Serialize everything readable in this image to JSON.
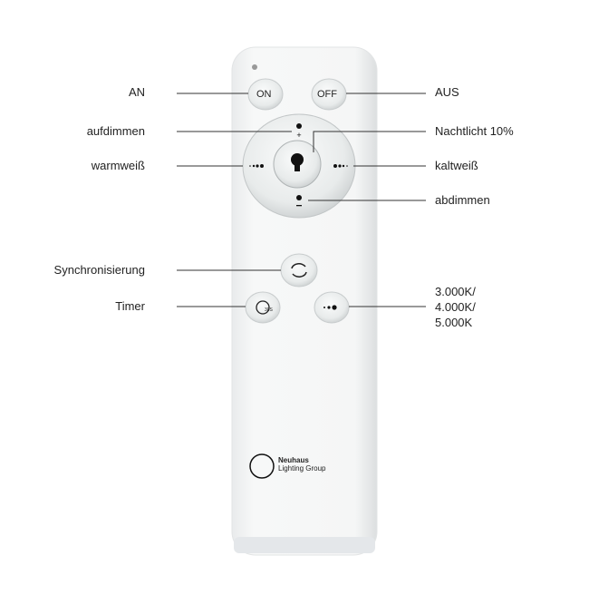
{
  "labels": {
    "on": "AN",
    "off": "AUS",
    "dim_up": "aufdimmen",
    "night_light": "Nachtlicht 10%",
    "warm_white": "warmweiß",
    "cool_white": "kaltweiß",
    "dim_down": "abdimmen",
    "sync": "Synchronisierung",
    "timer": "Timer",
    "color_temps": [
      "3.000K/",
      "4.000K/",
      "5.000K"
    ]
  },
  "buttons": {
    "on": "ON",
    "off": "OFF",
    "timer": "30S"
  },
  "brand": {
    "name": "Neuhaus",
    "sub": "Lighting Group"
  },
  "colors": {
    "body": "#f4f5f6",
    "button": "#e9ecec",
    "line": "#333333"
  }
}
